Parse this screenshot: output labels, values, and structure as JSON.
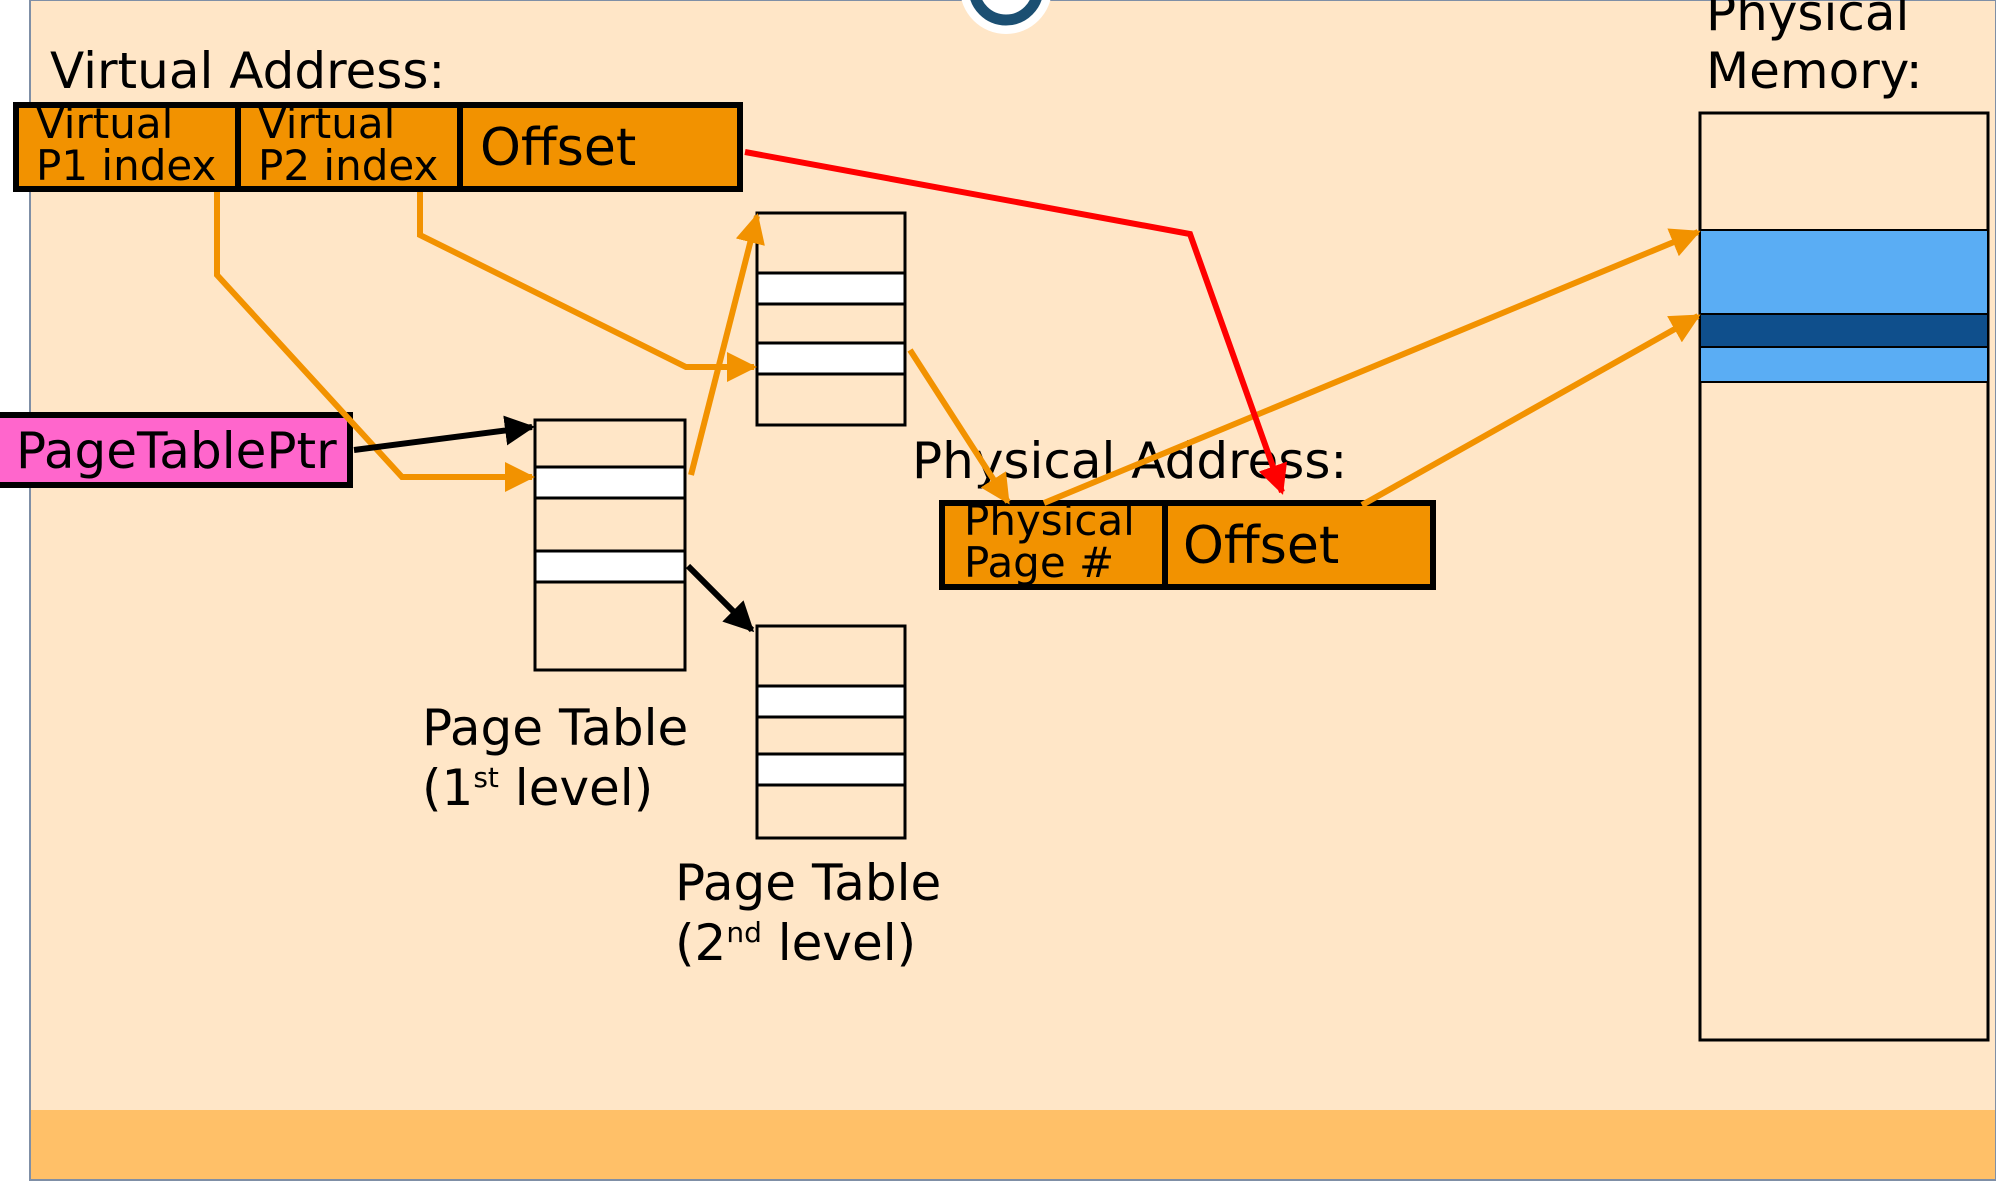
{
  "colors": {
    "slide_bg": "#FFE6C7",
    "footer_band": "#FFC068",
    "field_orange": "#F29200",
    "pointer_pink": "#FF66CC",
    "arrow_orange": "#F29200",
    "arrow_red": "#FF0000",
    "memory_light": "#5AADF4",
    "memory_dark": "#0F4F8C",
    "logo_ring": "#1B4F72"
  },
  "virtual_address": {
    "title": "Virtual Address:",
    "p1_line1": "Virtual",
    "p1_line2": "P1 index",
    "p2_line1": "Virtual",
    "p2_line2": "P2 index",
    "offset": "Offset"
  },
  "page_table_ptr": "PageTablePtr",
  "page_table_1": {
    "line1": "Page Table",
    "line2_pre": "(1",
    "line2_sup": "st",
    "line2_post": " level)"
  },
  "page_table_2": {
    "line1": "Page Table",
    "line2_pre": "(2",
    "line2_sup": "nd",
    "line2_post": " level)"
  },
  "physical_address": {
    "title": "Physical Address:",
    "ppn_line1": "Physical",
    "ppn_line2": "Page #",
    "offset": "Offset"
  },
  "physical_memory": {
    "title_line1": "Physical",
    "title_line2": "Memory:"
  }
}
